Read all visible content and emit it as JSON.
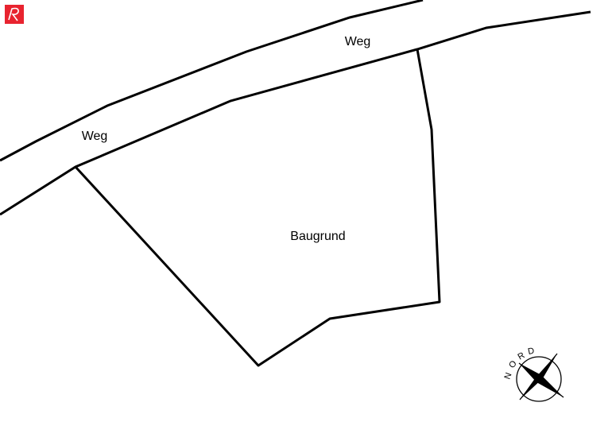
{
  "labels": {
    "road_upper": "Weg",
    "road_lower": "Weg",
    "plot": "Baugrund"
  },
  "compass": {
    "letters": [
      "N",
      "O",
      "R",
      "D"
    ]
  },
  "logo": {
    "letter": "R",
    "color": "#e8232f"
  }
}
